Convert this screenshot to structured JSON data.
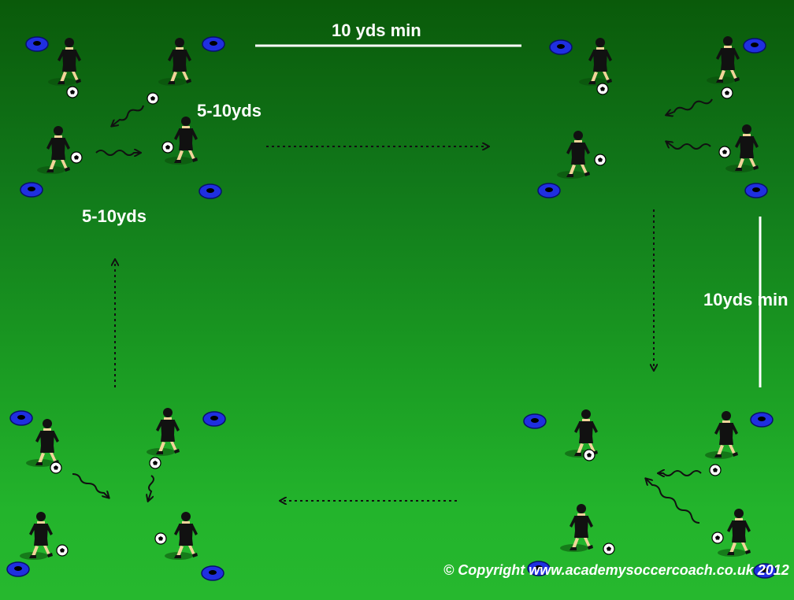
{
  "labels": {
    "top_distance": "10 yds min",
    "right_distance": "10yds min",
    "grid_width": "5-10yds",
    "grid_height": "5-10yds"
  },
  "copyright": "© Copyright www.academysoccercoach.co.uk 2012",
  "colors": {
    "pitch_dark": "#0a5a0a",
    "pitch_light": "#26b82e",
    "cone": "#1f2fe0",
    "line": "#ffffff",
    "player": "#111111",
    "arrow": "#111111"
  },
  "grids": [
    {
      "name": "top-left",
      "players": 4,
      "balls": 4,
      "cones": 4
    },
    {
      "name": "top-right",
      "players": 4,
      "balls": 4,
      "cones": 4
    },
    {
      "name": "bottom-left",
      "players": 4,
      "balls": 4,
      "cones": 4
    },
    {
      "name": "bottom-right",
      "players": 4,
      "balls": 4,
      "cones": 4
    }
  ],
  "icons": {
    "cone": "cone-icon",
    "player": "player-icon",
    "ball": "soccer-ball-icon",
    "dribble_arrow": "wavy-arrow-icon",
    "rotation_arrow": "dotted-arrow-icon"
  }
}
